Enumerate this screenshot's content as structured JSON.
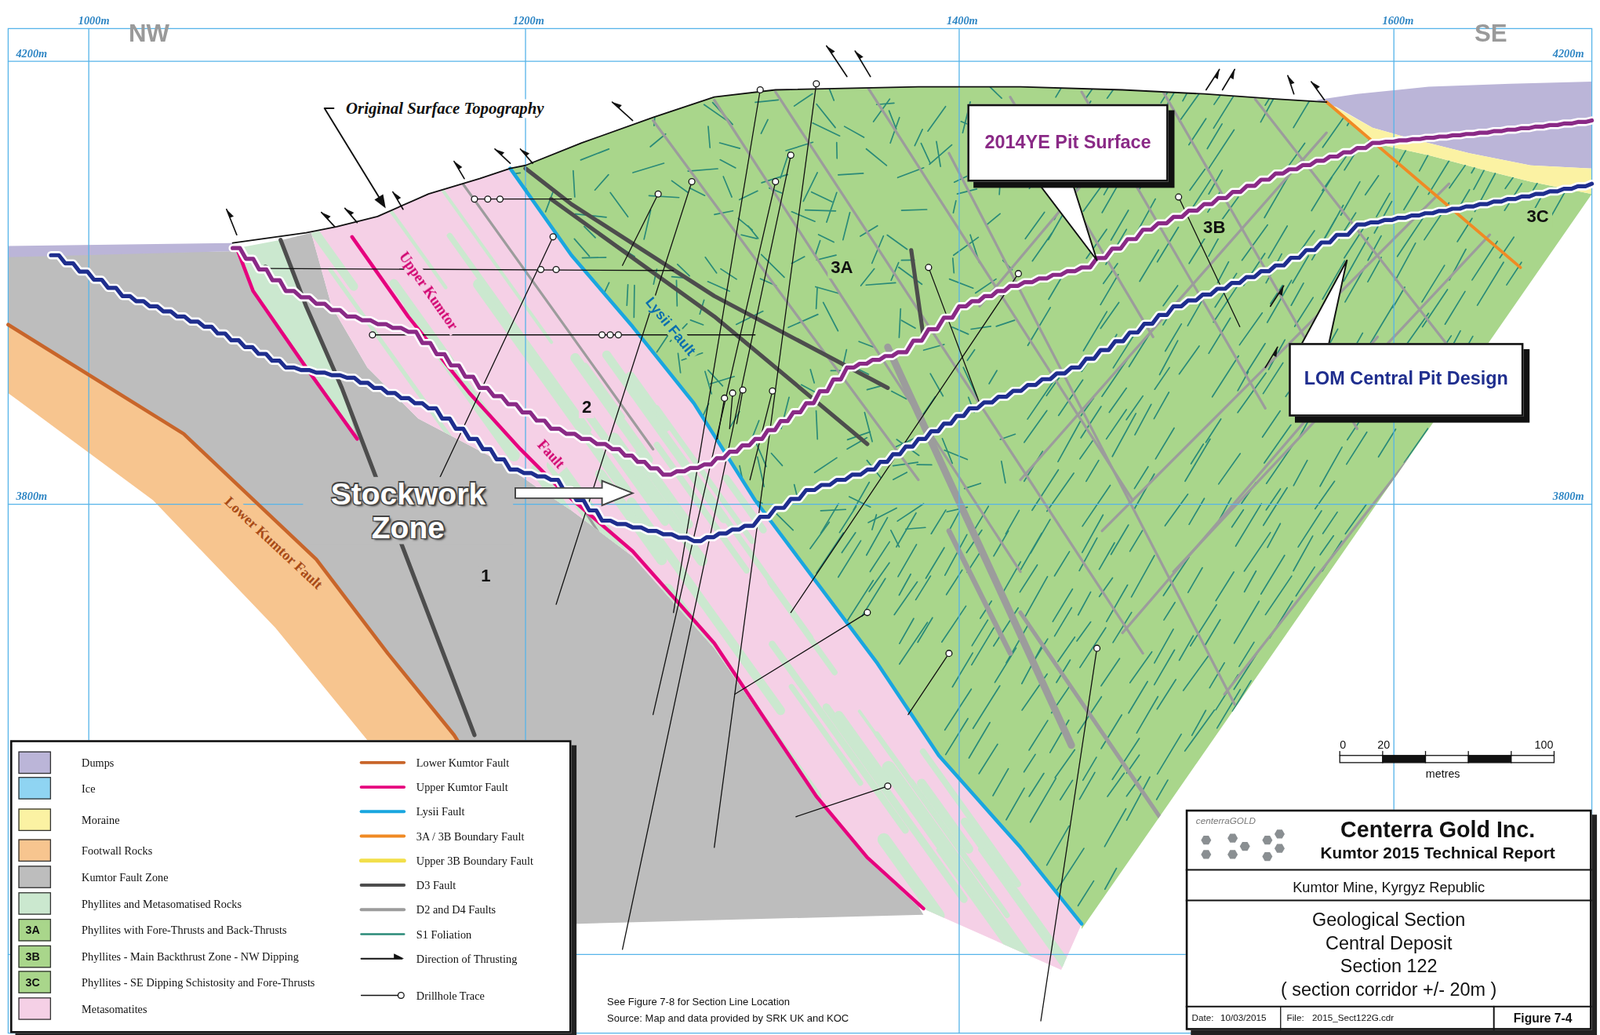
{
  "diagram": {
    "nodes": [
      {
        "text": [
          "2014YE Pit Surface"
        ]
      },
      {
        "text": [
          "LOM Central Pit Design"
        ]
      },
      {
        "text": [
          "centerraGOLD",
          "Centerra Gold Inc.",
          "Kumtor 2015 Technical Report",
          "Kumtor Mine, Kyrgyz Republic",
          "Geological Section",
          "Central Deposit",
          "Section 122",
          "( section corridor +/- 20m )",
          "Date:",
          "10/03/2015",
          "File:",
          "2015_Sect122G.cdr",
          "Figure 7-4"
        ]
      }
    ],
    "labels": [
      "NW",
      "SE",
      "1000m",
      "1200m",
      "1400m",
      "1600m",
      "4200m",
      "4200m",
      "3800m",
      "3800m",
      "Original Surface Topography",
      "Upper Kumtor",
      "Fault",
      "Lysii Fault",
      "Lower Kumtor Fault",
      "Stockwork Zone",
      "1",
      "2",
      "3A",
      "3B",
      "3C",
      "0",
      "20",
      "100",
      "metres",
      "See Figure 7-8 for Section Line Location",
      "Source: Map and data provided by SRK UK and KOC",
      "3A",
      "3B",
      "3C"
    ],
    "legend": [
      {
        "text": "Dumps",
        "color": "#bbb5d8"
      },
      {
        "text": "Ice",
        "color": "#8fd4f2"
      },
      {
        "text": "Moraine",
        "color": "#fbf2a3"
      },
      {
        "text": "Footwall Rocks",
        "color": "#f7c58f"
      },
      {
        "text": "Kumtor Fault Zone",
        "color": "#bdbdbd"
      },
      {
        "text": "Phyllites and Metasomatised Rocks",
        "color": "#cbe8cf"
      },
      {
        "text": "Phyllites with Fore-Thrusts and Back-Thrusts",
        "color": "#a9d68b"
      },
      {
        "text": "Phyllites - Main Backthrust Zone - NW Dipping",
        "color": "#a9d68b"
      },
      {
        "text": "Phyllites - SE Dipping Schistosity and Fore-Thrusts",
        "color": "#a9d68b"
      },
      {
        "text": "Metasomatites",
        "color": "#f5d0e6"
      },
      {
        "text": "Lower Kumtor Fault"
      },
      {
        "text": "Upper Kumtor Fault"
      },
      {
        "text": "Lysii Fault"
      },
      {
        "text": "3A / 3B Boundary Fault"
      },
      {
        "text": "Upper 3B Boundary Fault"
      },
      {
        "text": "D3 Fault"
      },
      {
        "text": "D2 and D4 Faults"
      },
      {
        "text": "S1 Foliation"
      },
      {
        "text": "Direction of Thrusting"
      },
      {
        "text": "Drillhole Trace"
      }
    ]
  }
}
